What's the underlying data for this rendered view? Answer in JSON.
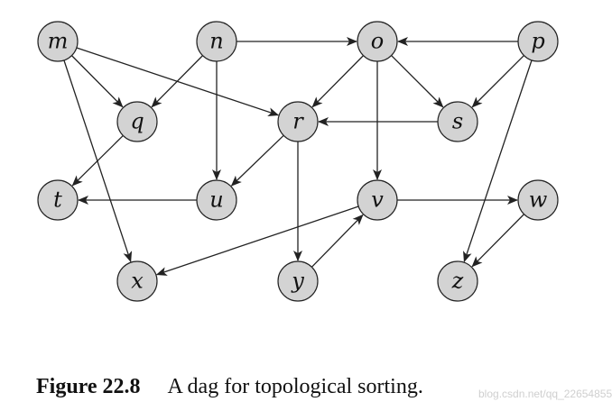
{
  "diagram": {
    "nodes": [
      {
        "id": "m",
        "label": "m"
      },
      {
        "id": "n",
        "label": "n"
      },
      {
        "id": "o",
        "label": "o"
      },
      {
        "id": "p",
        "label": "p"
      },
      {
        "id": "q",
        "label": "q"
      },
      {
        "id": "r",
        "label": "r"
      },
      {
        "id": "s",
        "label": "s"
      },
      {
        "id": "t",
        "label": "t"
      },
      {
        "id": "u",
        "label": "u"
      },
      {
        "id": "v",
        "label": "v"
      },
      {
        "id": "w",
        "label": "w"
      },
      {
        "id": "x",
        "label": "x"
      },
      {
        "id": "y",
        "label": "y"
      },
      {
        "id": "z",
        "label": "z"
      }
    ],
    "edges": [
      {
        "from": "m",
        "to": "q"
      },
      {
        "from": "m",
        "to": "r"
      },
      {
        "from": "m",
        "to": "x"
      },
      {
        "from": "n",
        "to": "q"
      },
      {
        "from": "n",
        "to": "u"
      },
      {
        "from": "n",
        "to": "o"
      },
      {
        "from": "o",
        "to": "r"
      },
      {
        "from": "o",
        "to": "s"
      },
      {
        "from": "o",
        "to": "v"
      },
      {
        "from": "p",
        "to": "o"
      },
      {
        "from": "p",
        "to": "s"
      },
      {
        "from": "p",
        "to": "z"
      },
      {
        "from": "q",
        "to": "t"
      },
      {
        "from": "r",
        "to": "u"
      },
      {
        "from": "r",
        "to": "y"
      },
      {
        "from": "s",
        "to": "r"
      },
      {
        "from": "u",
        "to": "t"
      },
      {
        "from": "v",
        "to": "w"
      },
      {
        "from": "v",
        "to": "x"
      },
      {
        "from": "w",
        "to": "z"
      },
      {
        "from": "y",
        "to": "v"
      }
    ]
  },
  "caption": {
    "figure_number": "Figure 22.8",
    "text": "A dag for topological sorting."
  },
  "watermark": {
    "text": "blog.csdn.net/qq_22654855"
  },
  "colors": {
    "node_fill": "#d3d3d3",
    "stroke": "#222222"
  }
}
